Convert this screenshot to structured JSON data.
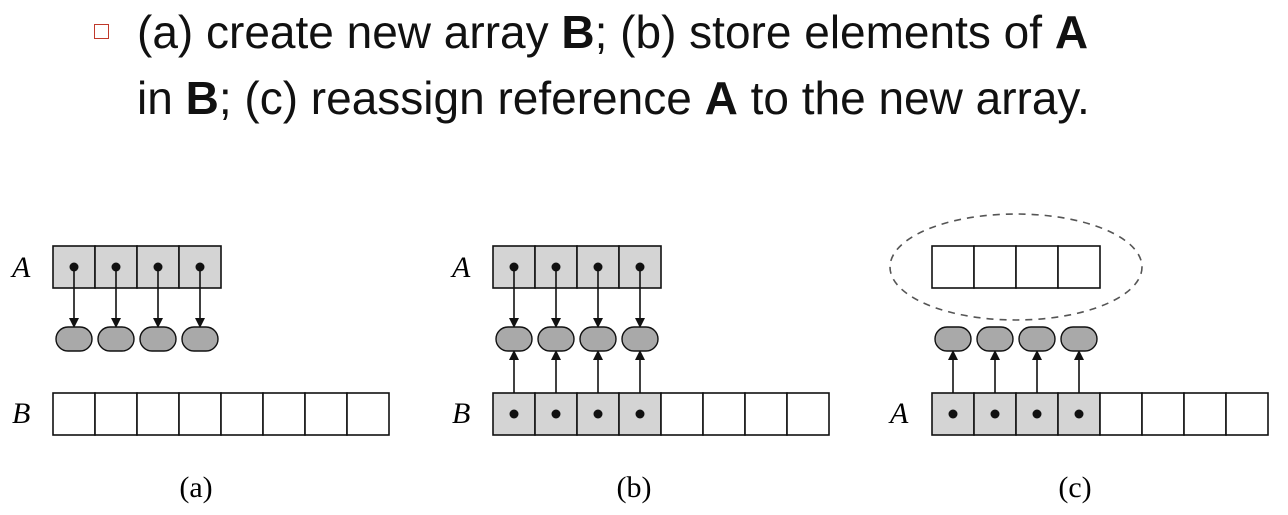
{
  "bullet": {
    "line1": [
      {
        "text": "(a) create new array ",
        "bold": false
      },
      {
        "text": "B",
        "bold": true
      },
      {
        "text": "; (b) store elements of ",
        "bold": false
      },
      {
        "text": "A",
        "bold": true
      }
    ],
    "line2": [
      {
        "text": "in ",
        "bold": false
      },
      {
        "text": "B",
        "bold": true
      },
      {
        "text": "; (c) reassign reference ",
        "bold": false
      },
      {
        "text": "A",
        "bold": true
      },
      {
        "text": " to the new array.",
        "bold": false
      }
    ]
  },
  "panels": {
    "a": {
      "caption": "(a)",
      "top_label": "A",
      "bottom_label": "B"
    },
    "b": {
      "caption": "(b)",
      "top_label": "A",
      "bottom_label": "B"
    },
    "c": {
      "caption": "(c)",
      "bottom_label": "A"
    }
  },
  "colors": {
    "cell_fill_used": "#d4d4d4",
    "cell_fill_empty": "#ffffff",
    "object_fill": "#a9a9a9",
    "bullet_marker": "#c0392b",
    "stroke": "#111111"
  }
}
